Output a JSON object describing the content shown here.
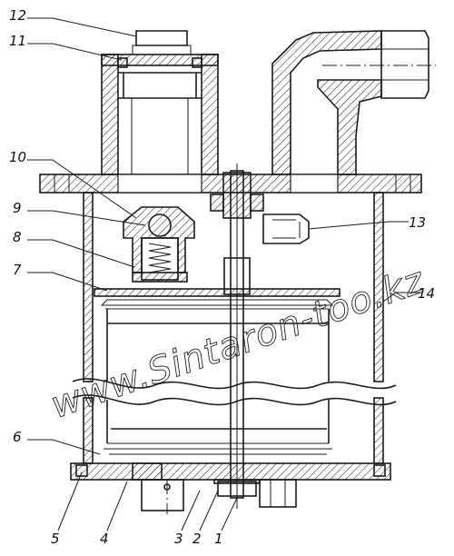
{
  "labels": {
    "l1": "1",
    "l2": "2",
    "l3": "3",
    "l4": "4",
    "l5": "5",
    "l6": "6",
    "l7": "7",
    "l8": "8",
    "l9": "9",
    "l10": "10",
    "l11": "11",
    "l12": "12",
    "l13": "13",
    "l14": "14"
  },
  "watermark": "www.Sintaron-too.kz"
}
